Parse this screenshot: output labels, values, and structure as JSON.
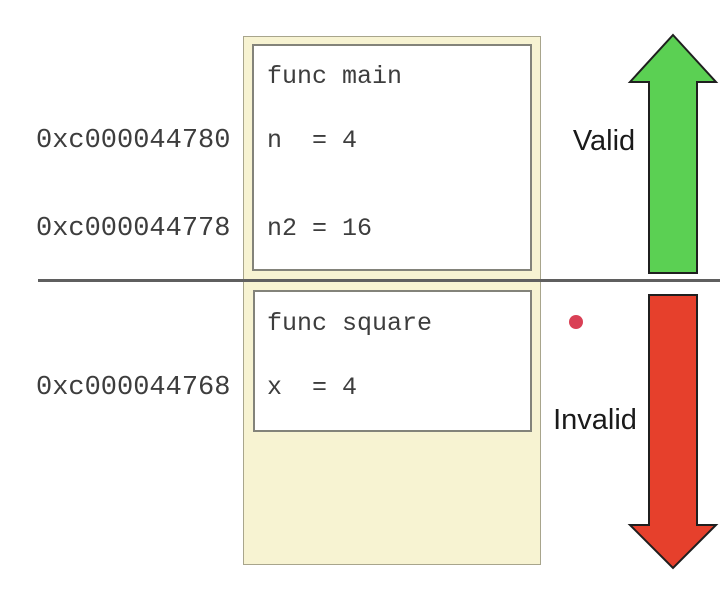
{
  "diagram": {
    "description": "Stack memory diagram with valid and invalid stack frames",
    "addresses": [
      {
        "value": "0xc000044780"
      },
      {
        "value": "0xc000044778"
      },
      {
        "value": "0xc000044768"
      }
    ],
    "frames": {
      "main": {
        "title": "func main",
        "lines": [
          "n  = 4",
          "n2 = 16"
        ]
      },
      "square": {
        "title": "func square",
        "lines": [
          "x  = 4"
        ]
      }
    },
    "labels": {
      "valid": "Valid",
      "invalid": "Invalid"
    }
  },
  "colors": {
    "valid_arrow": "#5bd053",
    "invalid_arrow": "#e6402c",
    "arrow_outline": "#1f1f1f",
    "red_dot": "#d94055",
    "frame_fill": "#f7f3d2",
    "divider": "#5f5f5f"
  }
}
